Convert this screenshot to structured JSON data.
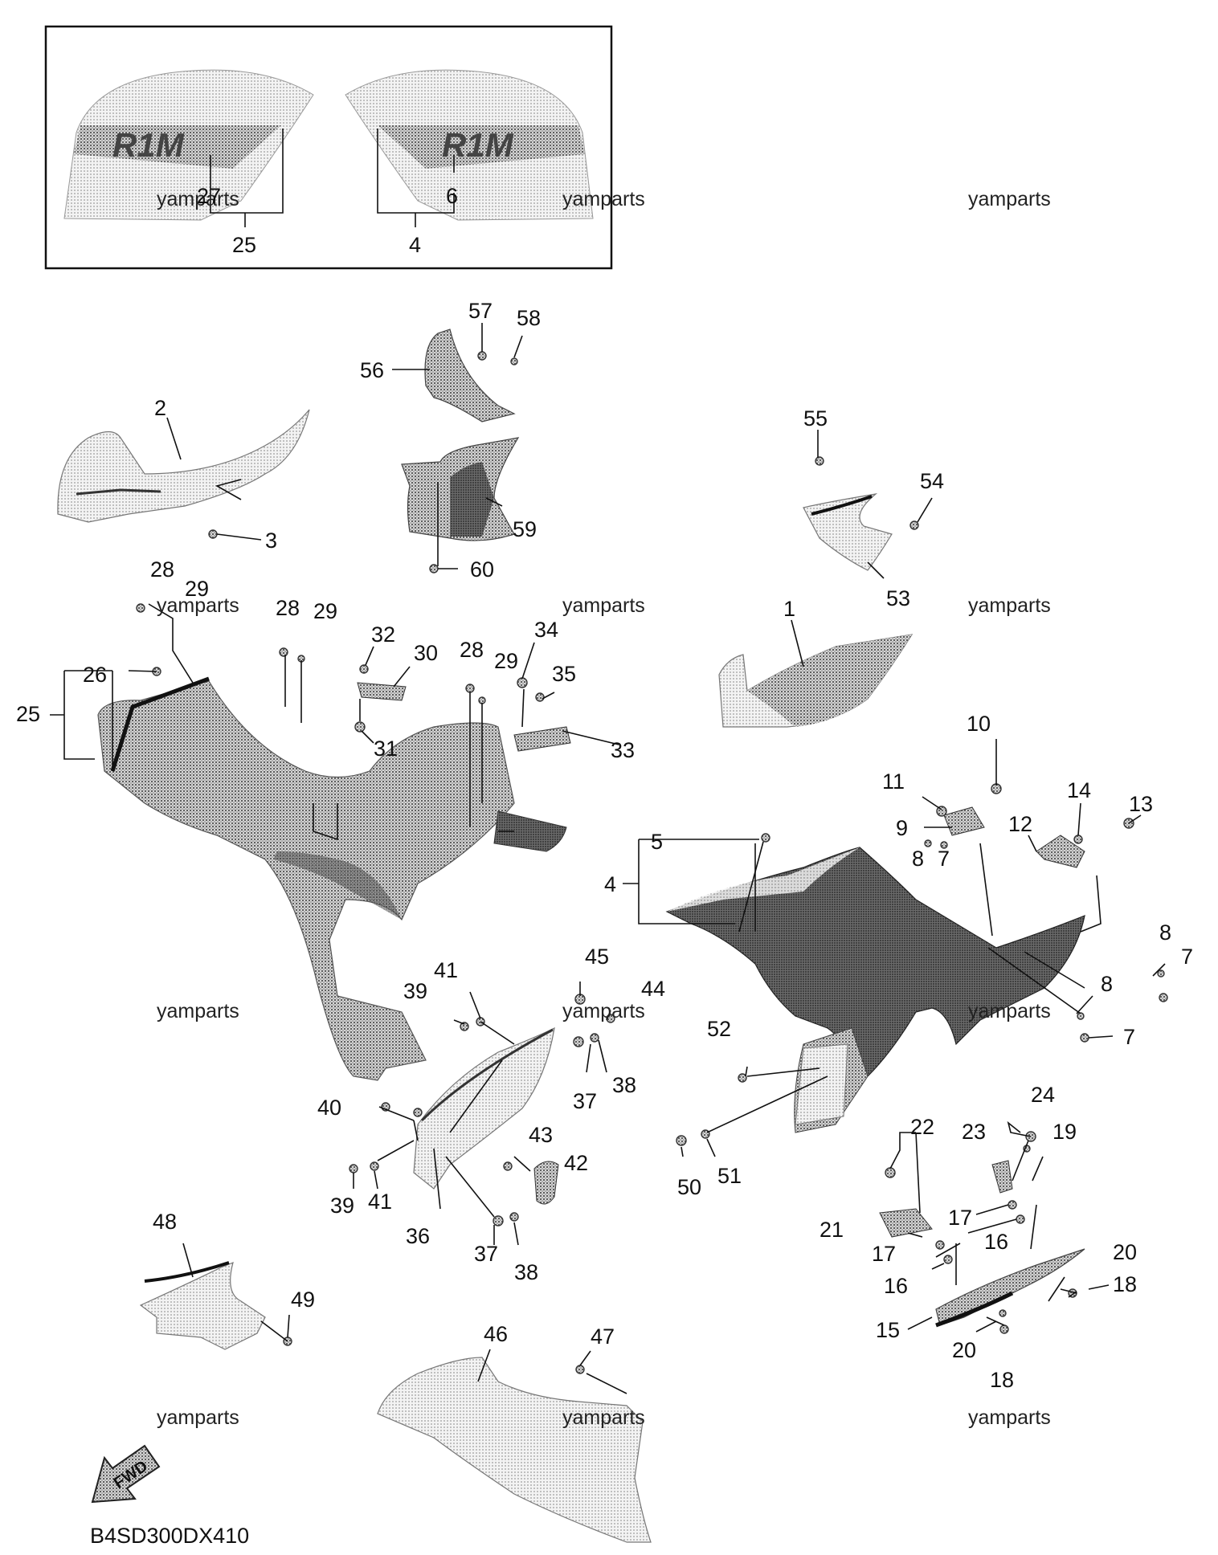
{
  "diagram_code": "B4SD300DX410",
  "fwd_label": "FWD",
  "decal_text": "R1M",
  "watermark": "yamparts",
  "callouts": {
    "c1": "1",
    "c2": "2",
    "c3": "3",
    "c4a": "4",
    "c4b": "4",
    "c5": "5",
    "c6": "6",
    "c7a": "7",
    "c7b": "7",
    "c7c": "7",
    "c8a": "8",
    "c8b": "8",
    "c8c": "8",
    "c9": "9",
    "c10": "10",
    "c11": "11",
    "c12": "12",
    "c13": "13",
    "c14": "14",
    "c15": "15",
    "c16a": "16",
    "c16b": "16",
    "c17a": "17",
    "c17b": "17",
    "c18a": "18",
    "c18b": "18",
    "c19": "19",
    "c20a": "20",
    "c20b": "20",
    "c21": "21",
    "c22": "22",
    "c23": "23",
    "c24": "24",
    "c25a": "25",
    "c25b": "25",
    "c26": "26",
    "c27": "27",
    "c28a": "28",
    "c28b": "28",
    "c28c": "28",
    "c29a": "29",
    "c29b": "29",
    "c29c": "29",
    "c30": "30",
    "c31": "31",
    "c32": "32",
    "c33": "33",
    "c34": "34",
    "c35": "35",
    "c36": "36",
    "c37a": "37",
    "c37b": "37",
    "c38a": "38",
    "c38b": "38",
    "c39a": "39",
    "c39b": "39",
    "c40": "40",
    "c41a": "41",
    "c41b": "41",
    "c42": "42",
    "c43": "43",
    "c44": "44",
    "c45": "45",
    "c46": "46",
    "c47": "47",
    "c48": "48",
    "c49": "49",
    "c50": "50",
    "c51": "51",
    "c52": "52",
    "c53": "53",
    "c54": "54",
    "c55": "55",
    "c56": "56",
    "c57": "57",
    "c58": "58",
    "c59": "59",
    "c60": "60"
  }
}
